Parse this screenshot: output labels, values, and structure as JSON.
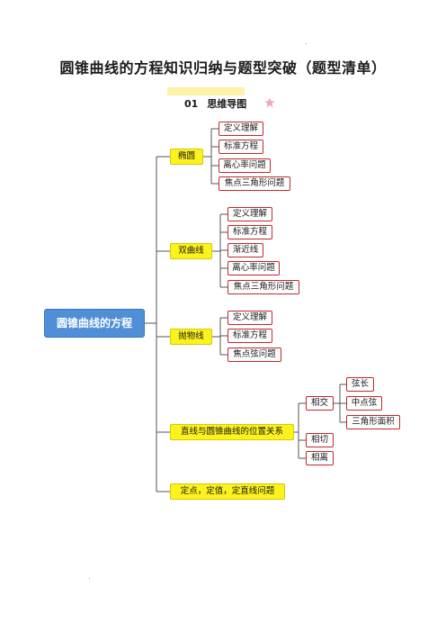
{
  "title": "圆锥曲线的方程知识归纳与题型突破（题型清单）",
  "section": {
    "number": "01",
    "label": "思维导图"
  },
  "mindmap": {
    "root": "圆锥曲线的方程",
    "branches": [
      {
        "label": "椭圆",
        "children": [
          "定义理解",
          "标准方程",
          "离心率问题",
          "焦点三角形问题"
        ]
      },
      {
        "label": "双曲线",
        "children": [
          "定义理解",
          "标准方程",
          "渐近线",
          "离心率问题",
          "焦点三角形问题"
        ]
      },
      {
        "label": "抛物线",
        "children": [
          "定义理解",
          "标准方程",
          "焦点弦问题"
        ]
      },
      {
        "label": "直线与圆锥曲线的位置关系",
        "children": [
          "相交",
          "相切",
          "相离"
        ],
        "grandchildren": [
          "弦长",
          "中点弦",
          "三角形面积"
        ]
      },
      {
        "label": "定点，定值，定直线问题",
        "children": []
      }
    ]
  },
  "colors": {
    "root": "#4f8fd8",
    "branch": "#fcf21c",
    "leaf_border": "#c0282d",
    "line": "#555555",
    "band": "#fdf2a6",
    "star": "#f4a6b8"
  }
}
